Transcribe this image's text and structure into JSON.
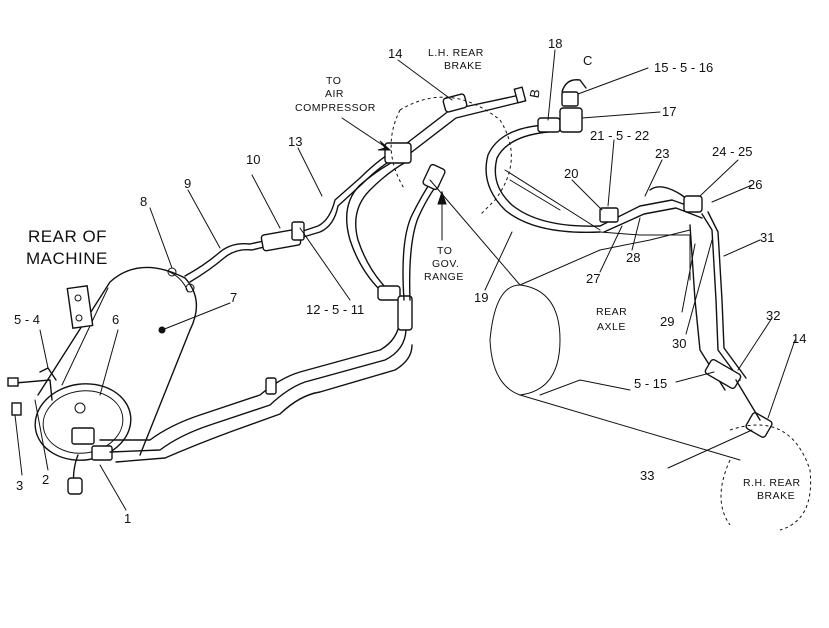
{
  "captions": {
    "rear_of_machine_1": "REAR OF",
    "rear_of_machine_2": "MACHINE",
    "lh_rear_brake_1": "L.H. REAR",
    "lh_rear_brake_2": "BRAKE",
    "to_air_comp_1": "TO",
    "to_air_comp_2": "AIR",
    "to_air_comp_3": "COMPRESSOR",
    "to_gov_range_1": "TO",
    "to_gov_range_2": "GOV.",
    "to_gov_range_3": "RANGE",
    "rear_axle_1": "REAR",
    "rear_axle_2": "AXLE",
    "rh_rear_brake_1": "R.H. REAR",
    "rh_rear_brake_2": "BRAKE",
    "letter_b": "B",
    "letter_c": "C"
  },
  "callouts": {
    "c1": "1",
    "c2": "2",
    "c3": "3",
    "c5_4": "5 - 4",
    "c6": "6",
    "c7": "7",
    "c8": "8",
    "c9": "9",
    "c10": "10",
    "c12_5_11": "12 - 5 - 11",
    "c13": "13",
    "c14a": "14",
    "c14b": "14",
    "c15_5_16": "15 - 5 - 16",
    "c17": "17",
    "c18": "18",
    "c19": "19",
    "c20": "20",
    "c21_5_22": "21 - 5 - 22",
    "c23": "23",
    "c24_25": "24  - 25",
    "c26": "26",
    "c27": "27",
    "c28": "28",
    "c29": "29",
    "c30": "30",
    "c31": "31",
    "c32": "32",
    "c33": "33",
    "c5_15": "5 - 15"
  }
}
